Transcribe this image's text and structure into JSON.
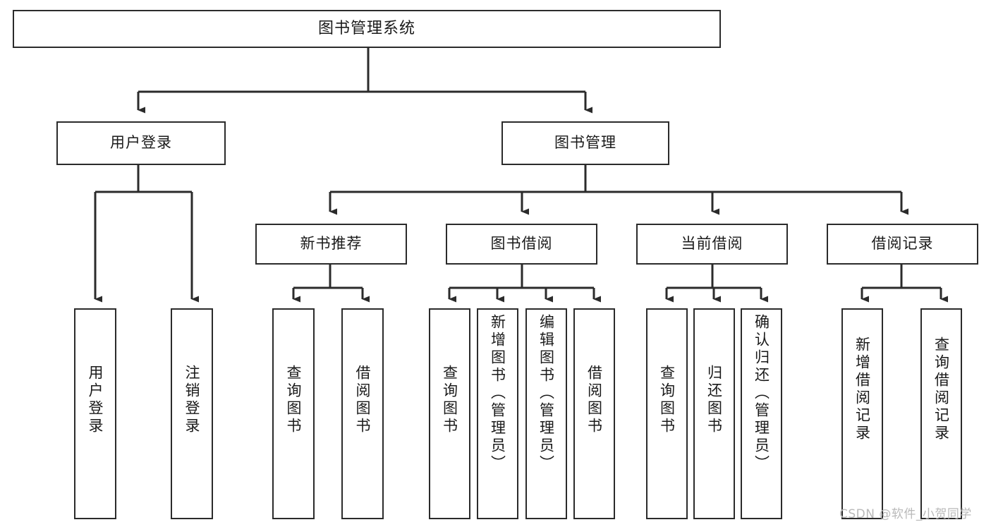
{
  "diagram": {
    "title": "图书管理系统",
    "type": "tree",
    "levels": 4,
    "root": {
      "label": "图书管理系统"
    },
    "level2": [
      {
        "label": "用户登录"
      },
      {
        "label": "图书管理"
      }
    ],
    "level3": [
      {
        "label": "新书推荐"
      },
      {
        "label": "图书借阅"
      },
      {
        "label": "当前借阅"
      },
      {
        "label": "借阅记录"
      }
    ],
    "leaves": {
      "user_login": [
        {
          "label": "用户登录"
        },
        {
          "label": "注销登录"
        }
      ],
      "new_book_recommend": [
        {
          "label": "查询图书"
        },
        {
          "label": "借阅图书"
        }
      ],
      "book_borrow": [
        {
          "label": "查询图书"
        },
        {
          "label": "新增图书（管理员）"
        },
        {
          "label": "编辑图书（管理员）"
        },
        {
          "label": "借阅图书"
        }
      ],
      "current_borrow": [
        {
          "label": "查询图书"
        },
        {
          "label": "归还图书"
        },
        {
          "label": "确认归还（管理员）"
        }
      ],
      "borrow_record": [
        {
          "label": "新增借阅记录"
        },
        {
          "label": "查询借阅记录"
        }
      ]
    }
  },
  "watermark": {
    "text": "CSDN @软件_小贺同学"
  },
  "colors": {
    "stroke": "#2b2b2b",
    "fill": "#ffffff",
    "text": "#1a1a1a",
    "watermark": "#b9b9b9"
  }
}
